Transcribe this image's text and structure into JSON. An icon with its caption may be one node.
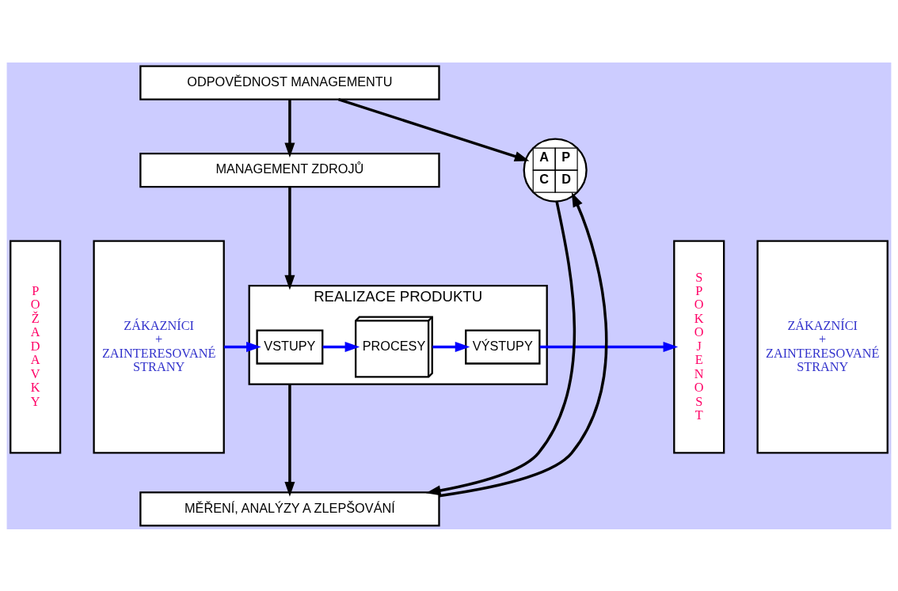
{
  "diagram": {
    "nodes": [
      {
        "text": [
          "P O Ž A D A V K Y"
        ]
      },
      {
        "text": [
          "ZÁKAZNÍCI + ZAINTERESOVANÉ STRANY"
        ]
      },
      {
        "text": [
          "ODPOVĚDNOST MANAGEMENTU"
        ]
      },
      {
        "text": [
          "MANAGEMENT ZDROJŮ"
        ]
      },
      {
        "text": [
          "REALIZACE PRODUKTU"
        ]
      },
      {
        "text": [
          "VSTUPY"
        ],
        "in": 4
      },
      {
        "text": [
          "PROCESY"
        ],
        "in": 4
      },
      {
        "text": [
          "VÝSTUPY"
        ],
        "in": 4
      },
      {
        "text": [
          "MĚŘENÍ, ANALÝZY A ZLEPŠOVÁNÍ"
        ]
      },
      {
        "text": [
          "A",
          "P",
          "C",
          "D"
        ]
      },
      {
        "text": [
          "S P O K O J E N O S T"
        ]
      },
      {
        "text": [
          "ZÁKAZNÍCI + ZAINTERESOVANÉ STRANY"
        ]
      }
    ],
    "edges": [
      {
        "from": 2,
        "to": 3,
        "arrow": "to"
      },
      {
        "from": 3,
        "to": 4,
        "arrow": "to"
      },
      {
        "from": 4,
        "to": 8,
        "arrow": "to"
      },
      {
        "from": 1,
        "to": 5,
        "arrow": "to",
        "color": "#0000ff"
      },
      {
        "from": 5,
        "to": 6,
        "arrow": "to",
        "color": "#0000ff"
      },
      {
        "from": 6,
        "to": 7,
        "arrow": "to",
        "color": "#0000ff"
      },
      {
        "from": 7,
        "to": 10,
        "arrow": "to",
        "color": "#0000ff"
      },
      {
        "from": 8,
        "to": 9,
        "arrow": "to"
      },
      {
        "from": 9,
        "to": 8,
        "arrow": "to"
      },
      {
        "from": 2,
        "to": 9,
        "arrow": "to"
      }
    ]
  }
}
